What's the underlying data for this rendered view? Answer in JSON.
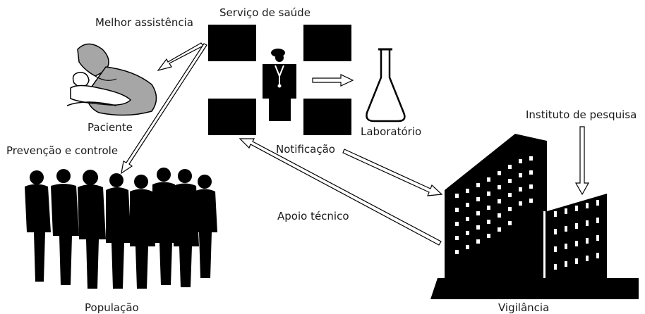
{
  "labels": {
    "servico_saude": "Serviço de saúde",
    "melhor_assistencia": "Melhor assistência",
    "paciente": "Paciente",
    "prevencao_controle": "Prevenção e controle",
    "laboratorio": "Laboratório",
    "notificacao": "Notificação",
    "apoio_tecnico": "Apoio técnico",
    "instituto_pesquisa": "Instituto de pesquisa",
    "populacao": "População",
    "vigilancia": "Vigilância"
  },
  "colors": {
    "ink": "#000000",
    "patient_gray": "#a6a6a6",
    "background": "#ffffff"
  }
}
